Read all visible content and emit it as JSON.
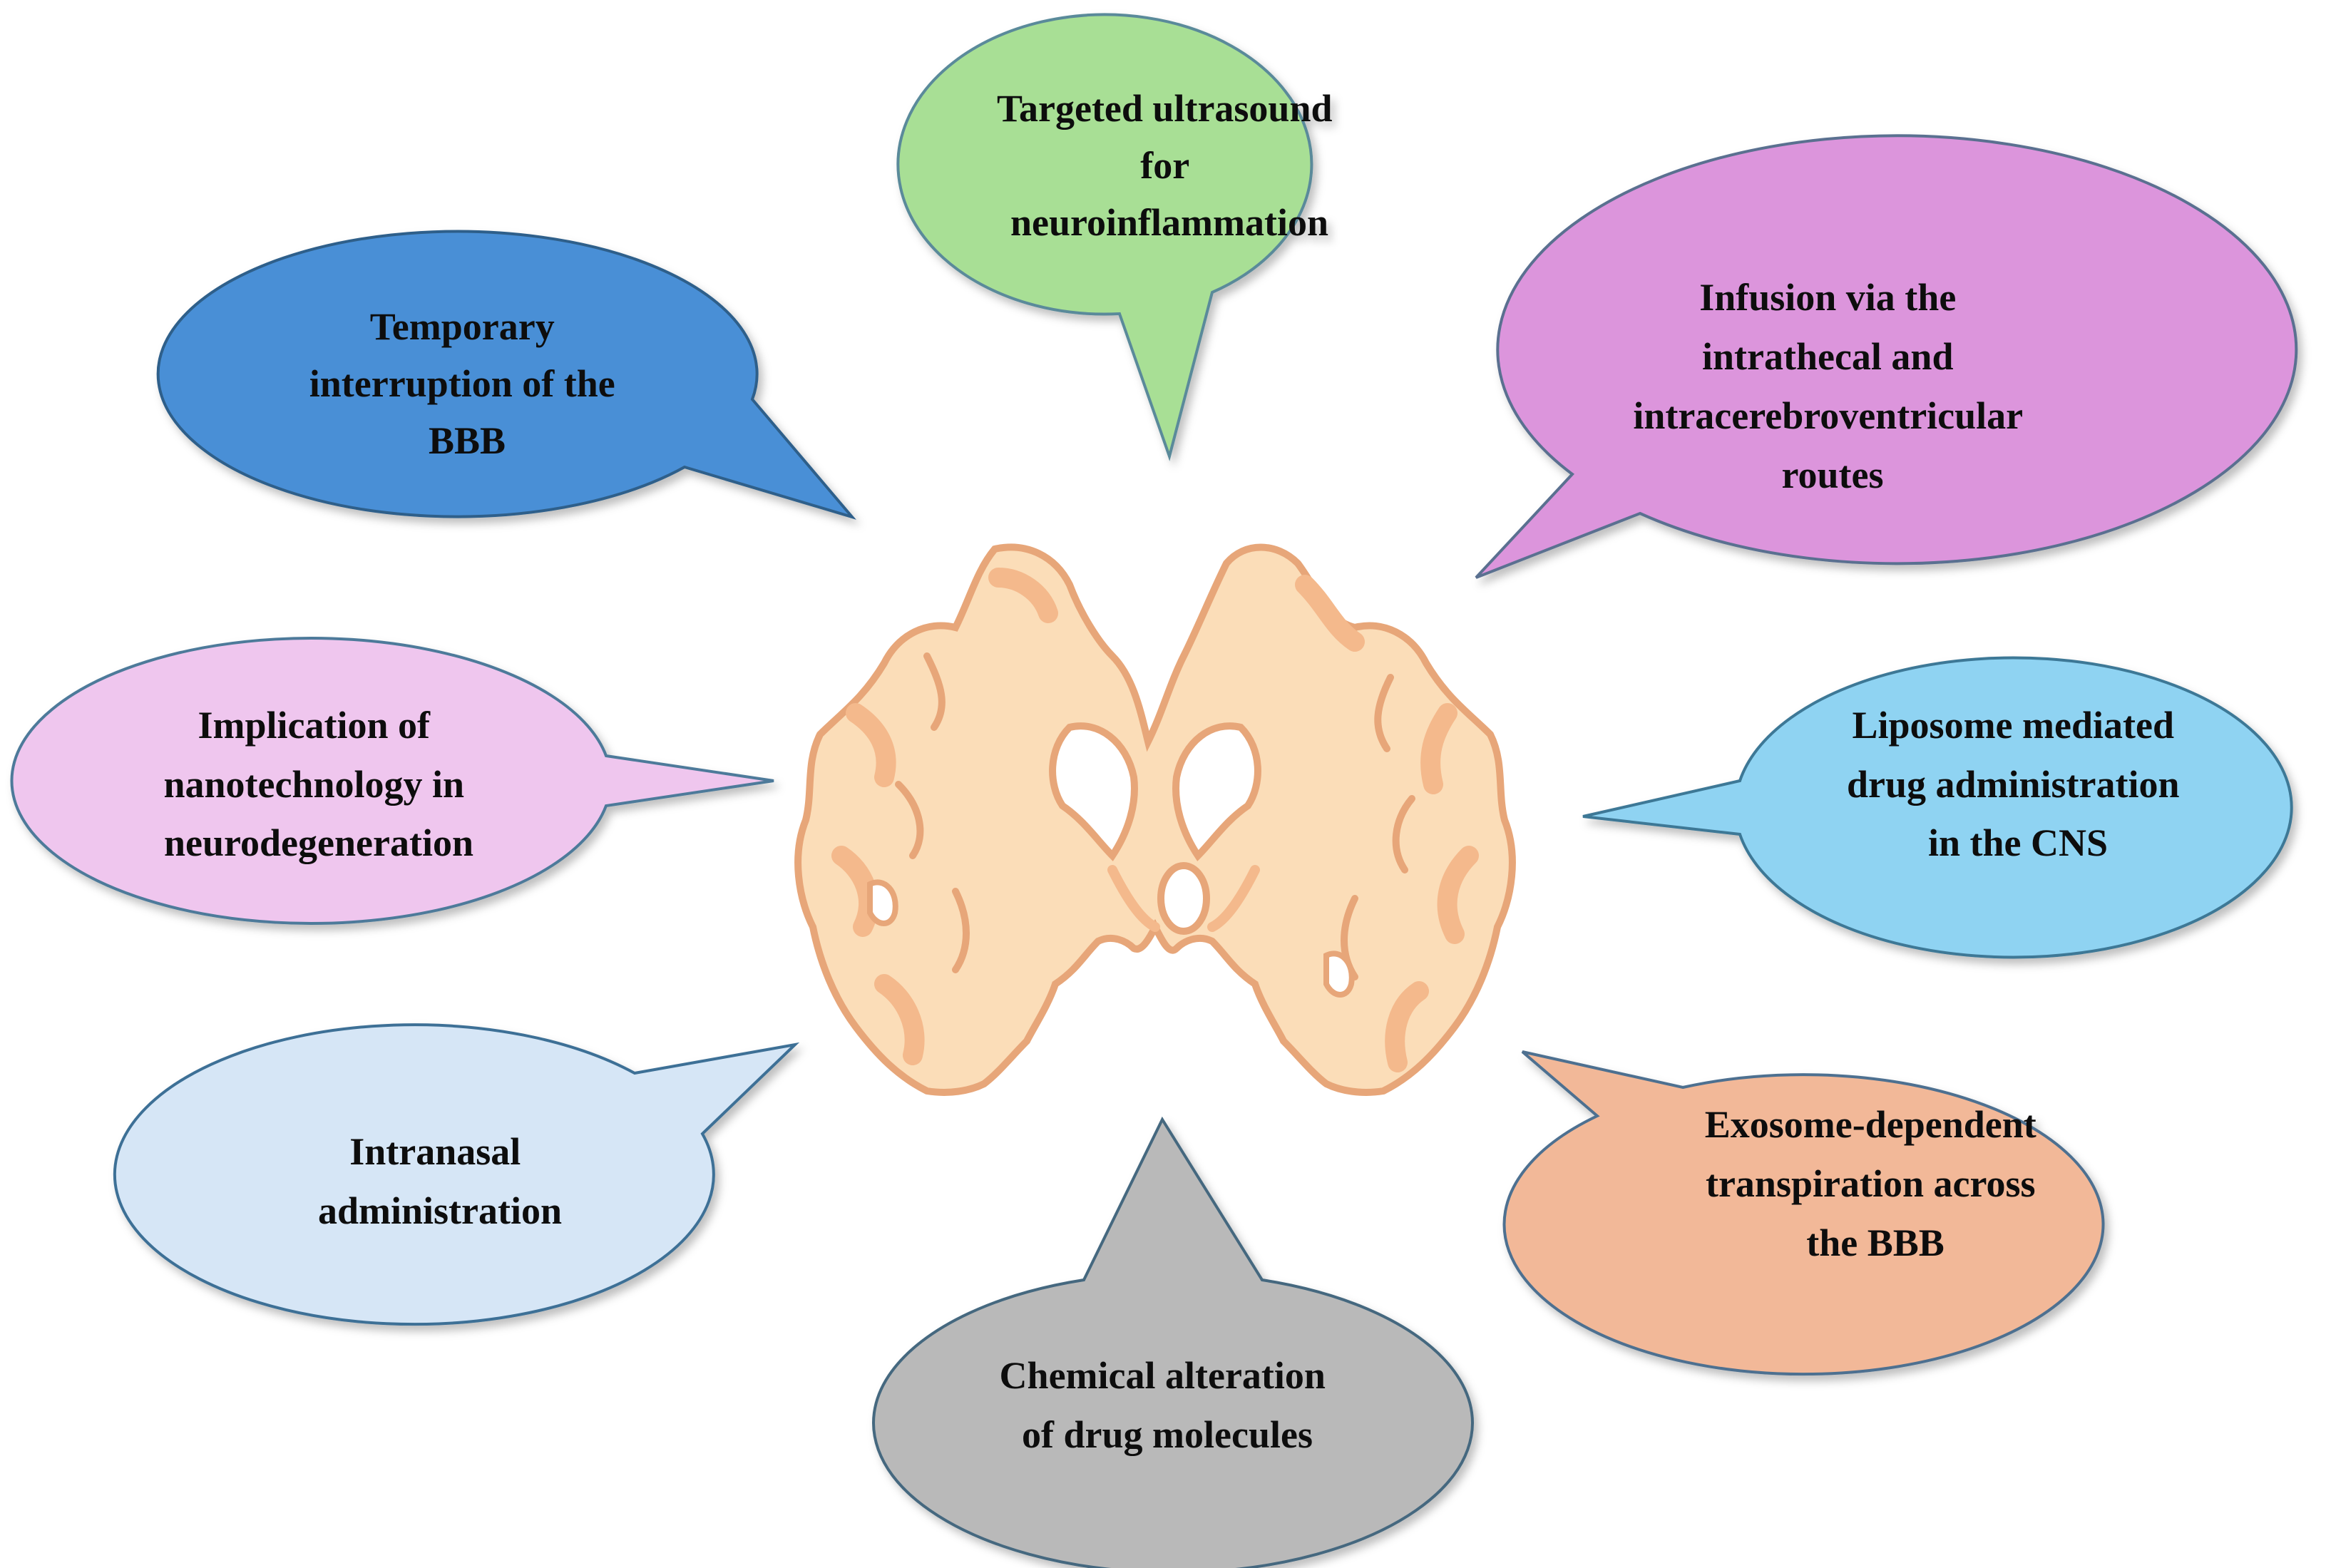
{
  "bubbles": [
    {
      "id": "ultrasound",
      "lines": [
        "Targeted ultrasound",
        "for",
        "neuroinflammation"
      ],
      "fill": "#a8df95",
      "stroke": "#5a8a9a"
    },
    {
      "id": "bbb-interruption",
      "lines": [
        "Temporary",
        "interruption of the",
        "BBB"
      ],
      "fill": "#4a8fd6",
      "stroke": "#2e5f8a"
    },
    {
      "id": "infusion",
      "lines": [
        "Infusion via the",
        "intrathecal and",
        "intracerebroventricular",
        "routes"
      ],
      "fill": "#dc95dc",
      "stroke": "#5a6f90"
    },
    {
      "id": "nanotechnology",
      "lines": [
        "Implication of",
        "nanotechnology in",
        "neurodegeneration"
      ],
      "fill": "#efc6ee",
      "stroke": "#4d7a9a"
    },
    {
      "id": "liposome",
      "lines": [
        "Liposome mediated",
        "drug administration",
        "in the CNS"
      ],
      "fill": "#8fd3f2",
      "stroke": "#3d7896"
    },
    {
      "id": "intranasal",
      "lines": [
        "Intranasal",
        "administration"
      ],
      "fill": "#d6e6f6",
      "stroke": "#3d6f96"
    },
    {
      "id": "exosome",
      "lines": [
        "Exosome-dependent",
        "transpiration across",
        "the BBB"
      ],
      "fill": "#f2b898",
      "stroke": "#4d6f90"
    },
    {
      "id": "chemical",
      "lines": [
        "Chemical alteration",
        "of drug molecules"
      ],
      "fill": "#b9b9b9",
      "stroke": "#44677f"
    }
  ],
  "brain": {
    "fill": "#fbddb8",
    "stroke": "#e7a679",
    "gray_matter": "#f4b98c"
  }
}
